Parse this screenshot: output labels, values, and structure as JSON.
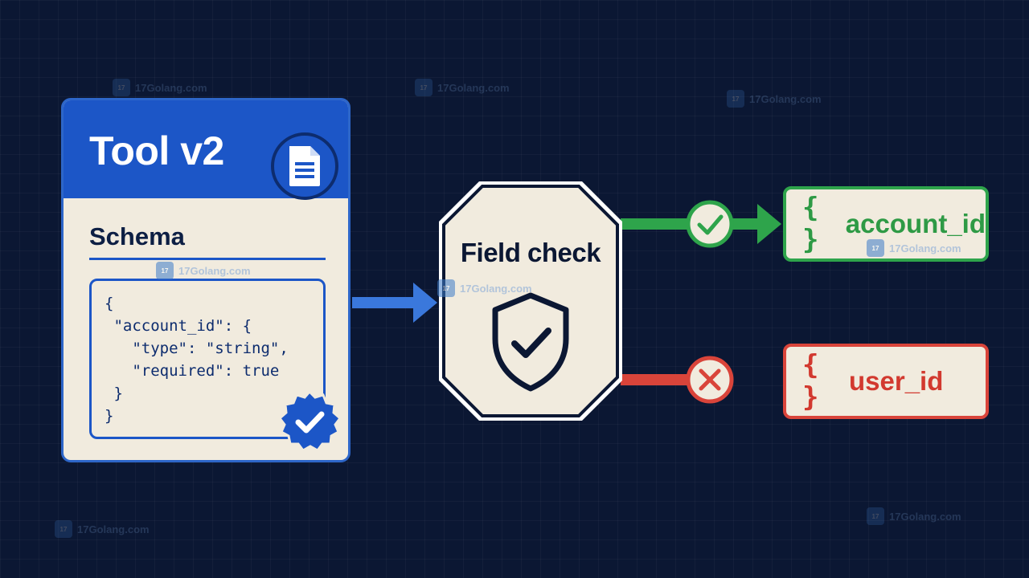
{
  "schema_card": {
    "title": "Tool v2",
    "subtitle": "Schema",
    "header_icon": "document-icon",
    "badge_icon": "verified-check-icon",
    "code_lines": [
      "{",
      " \"account_id\": {",
      "   \"type\": \"string\",",
      "   \"required\": true",
      " }",
      "}"
    ]
  },
  "checker": {
    "title": "Field check",
    "icon": "shield-check-icon"
  },
  "results": [
    {
      "status": "pass",
      "icon": "check-circle-icon",
      "brace": "{ }",
      "field": "account_id"
    },
    {
      "status": "fail",
      "icon": "x-circle-icon",
      "brace": "{ }",
      "field": "user_id"
    }
  ],
  "watermark": {
    "text": "17Golang.com"
  },
  "colors": {
    "background": "#0b1733",
    "card_blue": "#1c56c7",
    "paper": "#f1ebde",
    "pass_green": "#2ea44b",
    "fail_red": "#d9443a",
    "arrow_blue": "#3a78dc"
  }
}
